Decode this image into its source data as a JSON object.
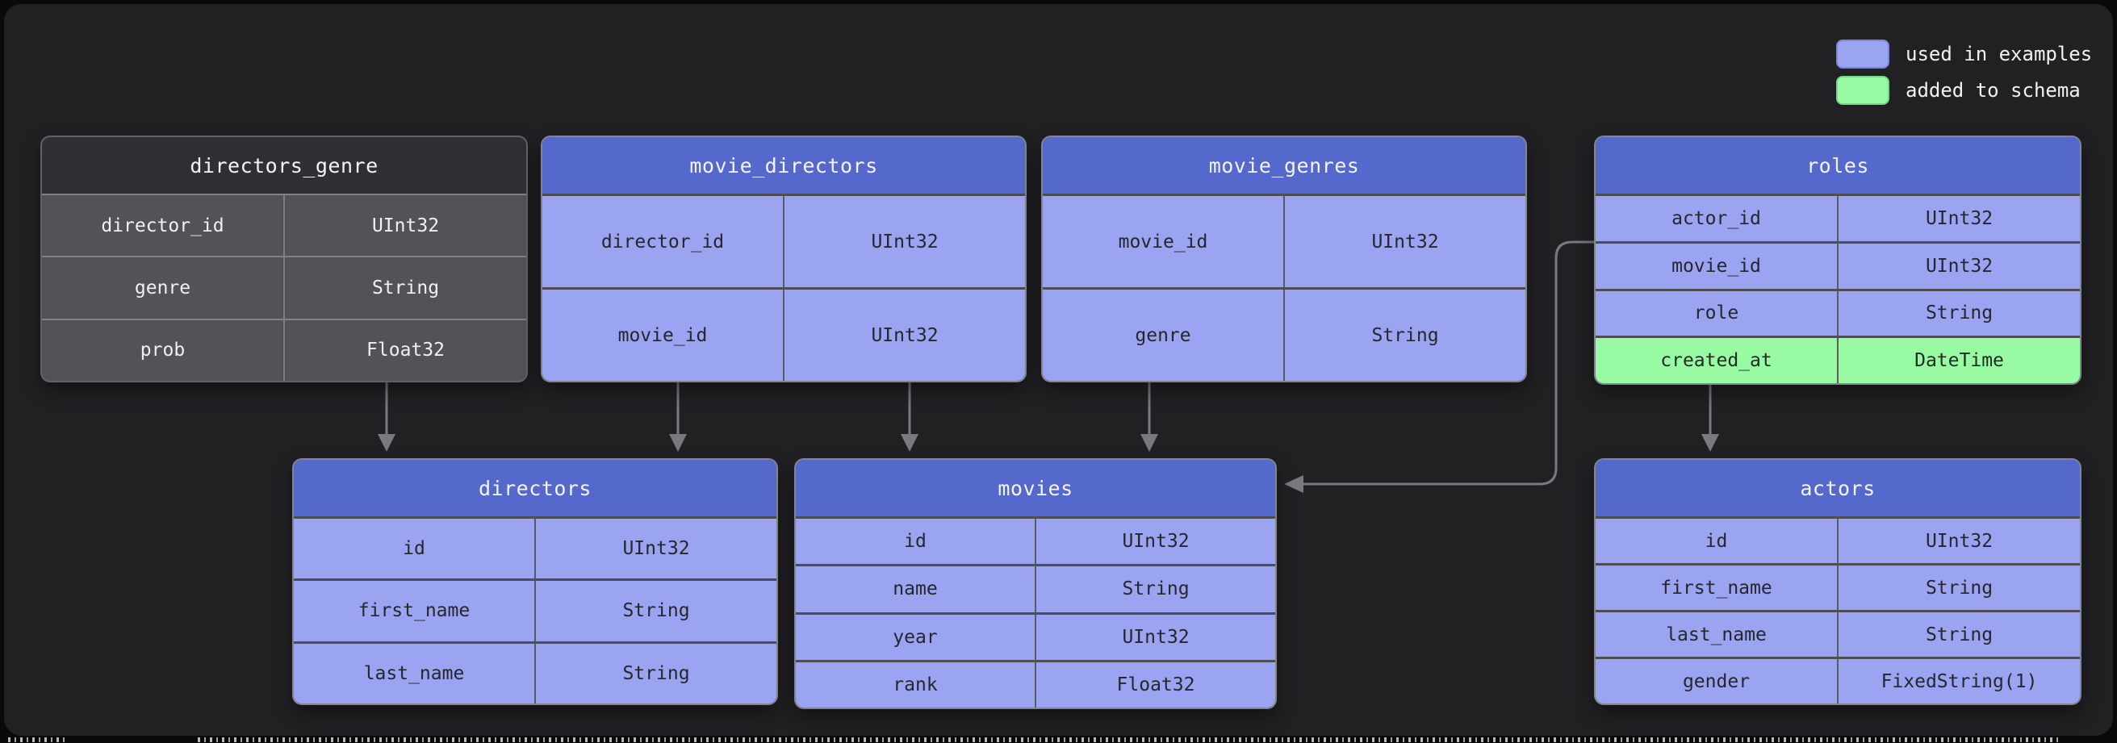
{
  "legend": {
    "items": [
      {
        "label": "used in examples",
        "color": "#9aa4f0"
      },
      {
        "label": "added to schema",
        "color": "#98fba4"
      }
    ]
  },
  "tables": [
    {
      "id": "directors_genre",
      "name": "directors_genre",
      "style": "muted",
      "rows": [
        {
          "field": "director_id",
          "type": "UInt32",
          "added": false
        },
        {
          "field": "genre",
          "type": "String",
          "added": false
        },
        {
          "field": "prob",
          "type": "Float32",
          "added": false
        }
      ]
    },
    {
      "id": "movie_directors",
      "name": "movie_directors",
      "style": "blue",
      "rows": [
        {
          "field": "director_id",
          "type": "UInt32",
          "added": false
        },
        {
          "field": "movie_id",
          "type": "UInt32",
          "added": false
        }
      ]
    },
    {
      "id": "movie_genres",
      "name": "movie_genres",
      "style": "blue",
      "rows": [
        {
          "field": "movie_id",
          "type": "UInt32",
          "added": false
        },
        {
          "field": "genre",
          "type": "String",
          "added": false
        }
      ]
    },
    {
      "id": "roles",
      "name": "roles",
      "style": "blue",
      "rows": [
        {
          "field": "actor_id",
          "type": "UInt32",
          "added": false
        },
        {
          "field": "movie_id",
          "type": "UInt32",
          "added": false
        },
        {
          "field": "role",
          "type": "String",
          "added": false
        },
        {
          "field": "created_at",
          "type": "DateTime",
          "added": true
        }
      ]
    },
    {
      "id": "directors",
      "name": "directors",
      "style": "blue",
      "rows": [
        {
          "field": "id",
          "type": "UInt32",
          "added": false
        },
        {
          "field": "first_name",
          "type": "String",
          "added": false
        },
        {
          "field": "last_name",
          "type": "String",
          "added": false
        }
      ]
    },
    {
      "id": "movies",
      "name": "movies",
      "style": "blue",
      "rows": [
        {
          "field": "id",
          "type": "UInt32",
          "added": false
        },
        {
          "field": "name",
          "type": "String",
          "added": false
        },
        {
          "field": "year",
          "type": "UInt32",
          "added": false
        },
        {
          "field": "rank",
          "type": "Float32",
          "added": false
        }
      ]
    },
    {
      "id": "actors",
      "name": "actors",
      "style": "blue",
      "rows": [
        {
          "field": "id",
          "type": "UInt32",
          "added": false
        },
        {
          "field": "first_name",
          "type": "String",
          "added": false
        },
        {
          "field": "last_name",
          "type": "String",
          "added": false
        },
        {
          "field": "gender",
          "type": "FixedString(1)",
          "added": false
        }
      ]
    }
  ],
  "connectors": [
    {
      "from": "directors_genre",
      "to": "directors"
    },
    {
      "from": "movie_directors",
      "to": "directors"
    },
    {
      "from": "movie_directors",
      "to": "movies"
    },
    {
      "from": "movie_genres",
      "to": "movies"
    },
    {
      "from": "roles",
      "to": "movies"
    },
    {
      "from": "roles",
      "to": "actors"
    }
  ],
  "colors": {
    "panel_background": "#212124",
    "used_in_examples": "#9aa4f0",
    "added_to_schema": "#98fba4",
    "table_header_blue": "#5569cd",
    "muted_table_row": "#525257",
    "arrow": "#79797e"
  }
}
